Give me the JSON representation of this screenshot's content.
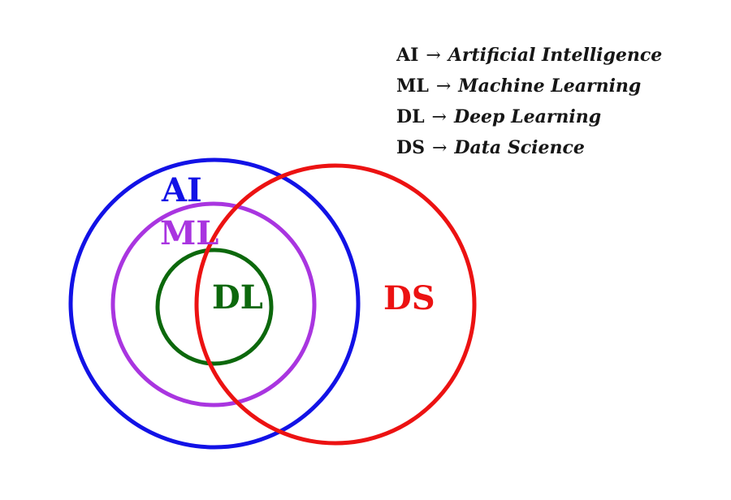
{
  "colors": {
    "ai": "#1212e6",
    "ml": "#a935e0",
    "dl": "#0c680c",
    "ds": "#ec1212",
    "text": "#161616",
    "background": "#ffffff"
  },
  "diagram": {
    "labels": {
      "ai": "AI",
      "ml": "ML",
      "dl": "DL",
      "ds": "DS"
    }
  },
  "legend": {
    "items": [
      {
        "abbr": "AI",
        "arrow": "→",
        "full": "Artificial Intelligence"
      },
      {
        "abbr": "ML",
        "arrow": "→",
        "full": "Machine Learning"
      },
      {
        "abbr": "DL",
        "arrow": "→",
        "full": "Deep Learning"
      },
      {
        "abbr": "DS",
        "arrow": "→",
        "full": "Data Science"
      }
    ]
  }
}
